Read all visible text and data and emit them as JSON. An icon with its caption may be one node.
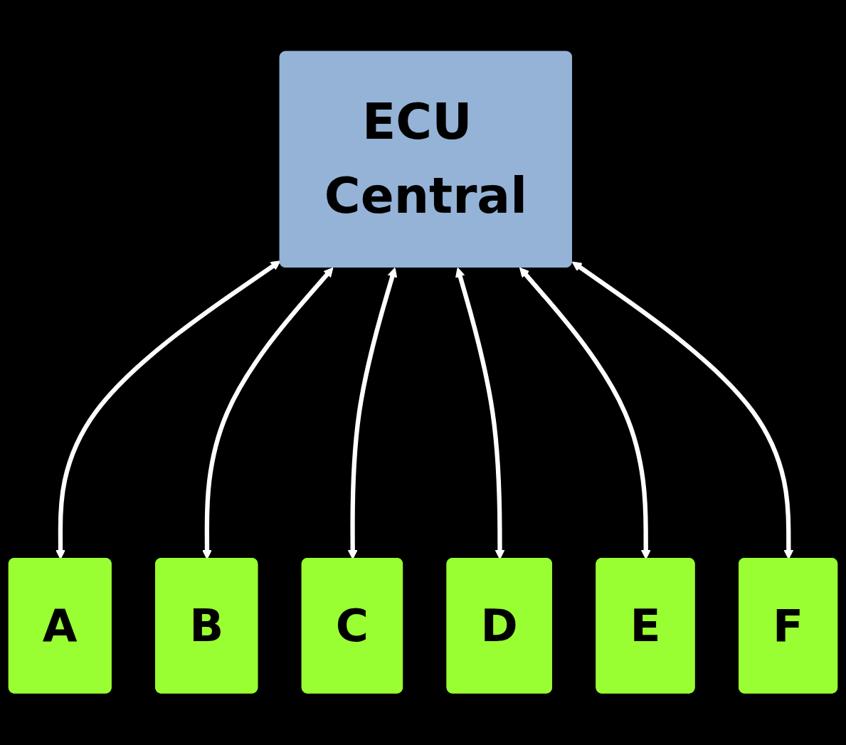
{
  "diagram": {
    "nodes": [
      {
        "text": [
          "ECU Central"
        ]
      },
      {
        "text": [
          "A"
        ]
      },
      {
        "text": [
          "B"
        ]
      },
      {
        "text": [
          "C"
        ]
      },
      {
        "text": [
          "D"
        ]
      },
      {
        "text": [
          "E"
        ]
      },
      {
        "text": [
          "F"
        ]
      }
    ],
    "edges": [
      {
        "from": 0,
        "to": 1,
        "arrow": "both"
      },
      {
        "from": 0,
        "to": 2,
        "arrow": "both"
      },
      {
        "from": 0,
        "to": 3,
        "arrow": "both"
      },
      {
        "from": 0,
        "to": 4,
        "arrow": "both"
      },
      {
        "from": 0,
        "to": 5,
        "arrow": "both"
      },
      {
        "from": 0,
        "to": 6,
        "arrow": "both"
      }
    ]
  }
}
